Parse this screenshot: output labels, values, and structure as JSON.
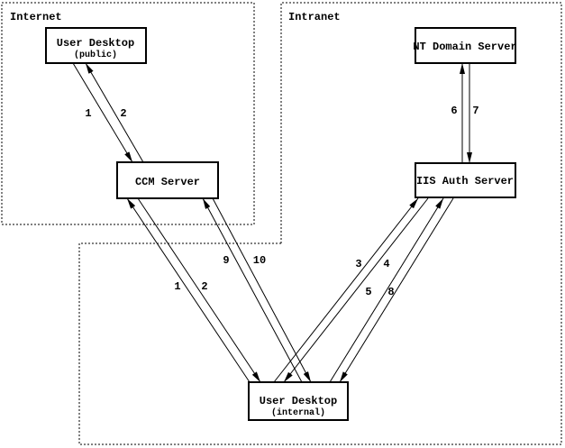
{
  "colors": {
    "ink": "#000000",
    "background": "#ffffff"
  },
  "zones": {
    "internet": {
      "label": "Internet"
    },
    "intranet": {
      "label": "Intranet"
    },
    "internal": {
      "label": ""
    }
  },
  "nodes": {
    "user_desktop_public": {
      "title": "User Desktop",
      "subtitle": "(public)"
    },
    "ccm_server": {
      "title": "CCM Server"
    },
    "nt_domain_server": {
      "title": "NT Domain Server"
    },
    "iis_auth_server": {
      "title": "IIS Auth Server"
    },
    "user_desktop_internal": {
      "title": "User Desktop",
      "subtitle": "(internal)"
    }
  },
  "flows": [
    {
      "label": "1",
      "from": "user_desktop_public",
      "to": "ccm_server"
    },
    {
      "label": "2",
      "from": "ccm_server",
      "to": "user_desktop_public"
    },
    {
      "label": "1",
      "from": "user_desktop_internal",
      "to": "ccm_server"
    },
    {
      "label": "2",
      "from": "ccm_server",
      "to": "user_desktop_internal"
    },
    {
      "label": "9",
      "from": "user_desktop_internal",
      "to": "ccm_server"
    },
    {
      "label": "10",
      "from": "ccm_server",
      "to": "user_desktop_internal"
    },
    {
      "label": "3",
      "from": "user_desktop_internal",
      "to": "iis_auth_server"
    },
    {
      "label": "4",
      "from": "iis_auth_server",
      "to": "user_desktop_internal"
    },
    {
      "label": "5",
      "from": "user_desktop_internal",
      "to": "iis_auth_server"
    },
    {
      "label": "8",
      "from": "iis_auth_server",
      "to": "user_desktop_internal"
    },
    {
      "label": "6",
      "from": "iis_auth_server",
      "to": "nt_domain_server"
    },
    {
      "label": "7",
      "from": "nt_domain_server",
      "to": "iis_auth_server"
    }
  ]
}
